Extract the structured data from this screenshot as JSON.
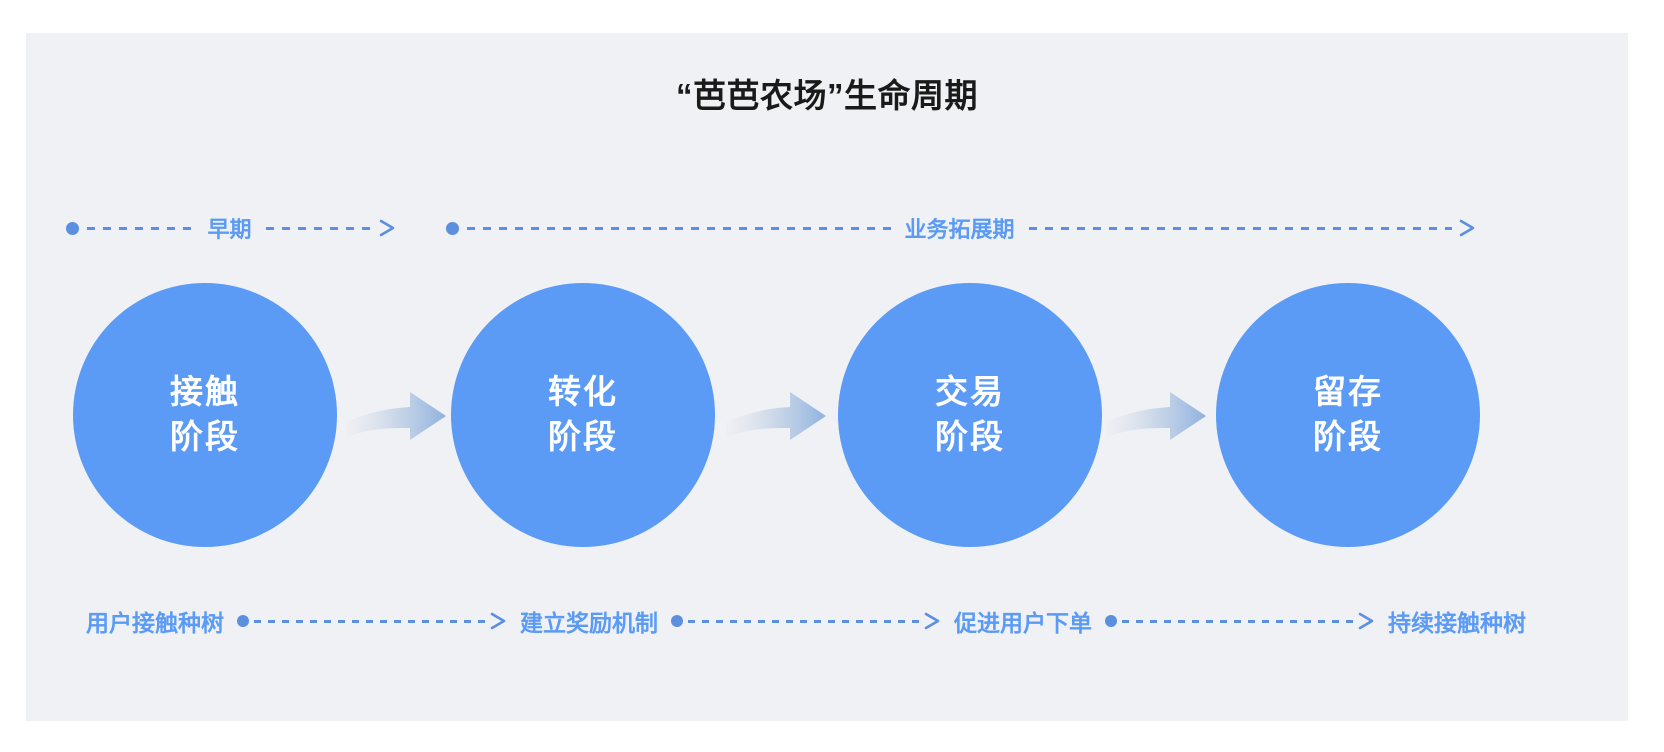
{
  "page": {
    "title": "“芭芭农场”生命周期",
    "background_color": "#FFFFFF",
    "panel_color": "#F0F1F4",
    "accent_color": "#5B9BF5",
    "dash_color": "#5B8FE0"
  },
  "phases": [
    {
      "label": "早期",
      "icon": "phase-arrow-icon"
    },
    {
      "label": "业务拓展期",
      "icon": "phase-arrow-icon"
    }
  ],
  "stages": [
    {
      "line1": "接触",
      "line2": "阶段"
    },
    {
      "line1": "转化",
      "line2": "阶段"
    },
    {
      "line1": "交易",
      "line2": "阶段"
    },
    {
      "line1": "留存",
      "line2": "阶段"
    }
  ],
  "stage_arrows": [
    {
      "icon": "swoosh-arrow-icon"
    },
    {
      "icon": "swoosh-arrow-icon"
    },
    {
      "icon": "swoosh-arrow-icon"
    }
  ],
  "actions": [
    {
      "label": "用户接触种树"
    },
    {
      "label": "建立奖励机制"
    },
    {
      "label": "促进用户下单"
    },
    {
      "label": "持续接触种树"
    }
  ]
}
